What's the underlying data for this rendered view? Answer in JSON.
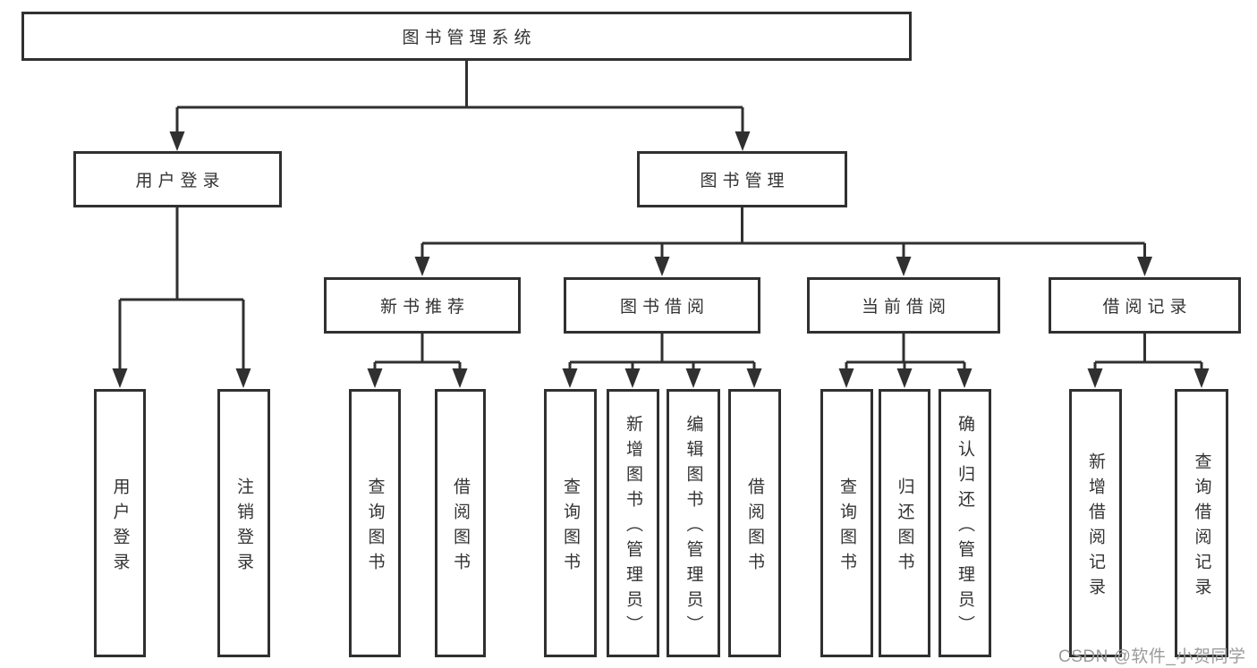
{
  "tree": {
    "root": {
      "label": "图书管理系统"
    },
    "branches": [
      {
        "label": "用户登录",
        "children": [
          {
            "label": "用户登录"
          },
          {
            "label": "注销登录"
          }
        ]
      },
      {
        "label": "图书管理",
        "children": [
          {
            "label": "新书推荐",
            "children": [
              {
                "label": "查询图书"
              },
              {
                "label": "借阅图书"
              }
            ]
          },
          {
            "label": "图书借阅",
            "children": [
              {
                "label": "查询图书"
              },
              {
                "label": "新增图书（管理员）"
              },
              {
                "label": "编辑图书（管理员）"
              },
              {
                "label": "借阅图书"
              }
            ]
          },
          {
            "label": "当前借阅",
            "children": [
              {
                "label": "查询图书"
              },
              {
                "label": "归还图书"
              },
              {
                "label": "确认归还（管理员）"
              }
            ]
          },
          {
            "label": "借阅记录",
            "children": [
              {
                "label": "新增借阅记录"
              },
              {
                "label": "查询借阅记录"
              }
            ]
          }
        ]
      }
    ]
  },
  "watermark": "CSDN @软件_小贺同学",
  "colors": {
    "line": "#303030",
    "box_border": "#303030",
    "text": "#333333",
    "background": "#ffffff",
    "watermark": "#9b9b9b"
  }
}
